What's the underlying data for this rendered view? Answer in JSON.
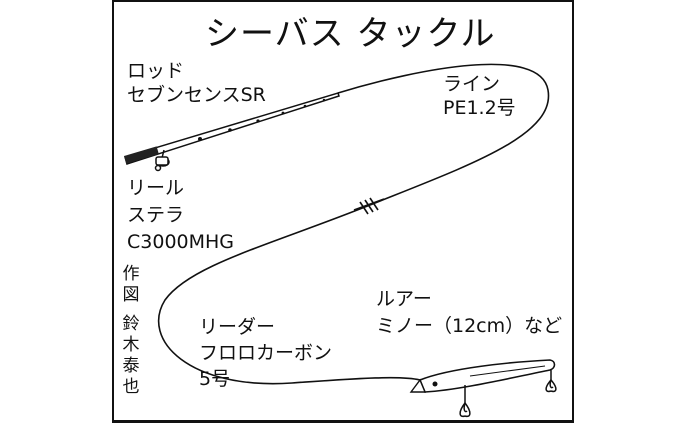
{
  "title": "シーバス タックル",
  "rod": {
    "line1": "ロッド",
    "line2": "セブンセンスSR"
  },
  "line": {
    "line1": "ライン",
    "line2": "PE1.2号"
  },
  "reel": {
    "line1": "リール",
    "line2": "ステラ",
    "line3": "C3000MHG"
  },
  "leader": {
    "line1": "リーダー",
    "line2": "フロロカーボン",
    "line3": "5号"
  },
  "lure": {
    "line1": "ルアー",
    "line2": "ミノー（12cm）など"
  },
  "credit": {
    "chars": [
      "作",
      "図",
      "",
      "鈴",
      "木",
      "泰",
      "也"
    ]
  }
}
